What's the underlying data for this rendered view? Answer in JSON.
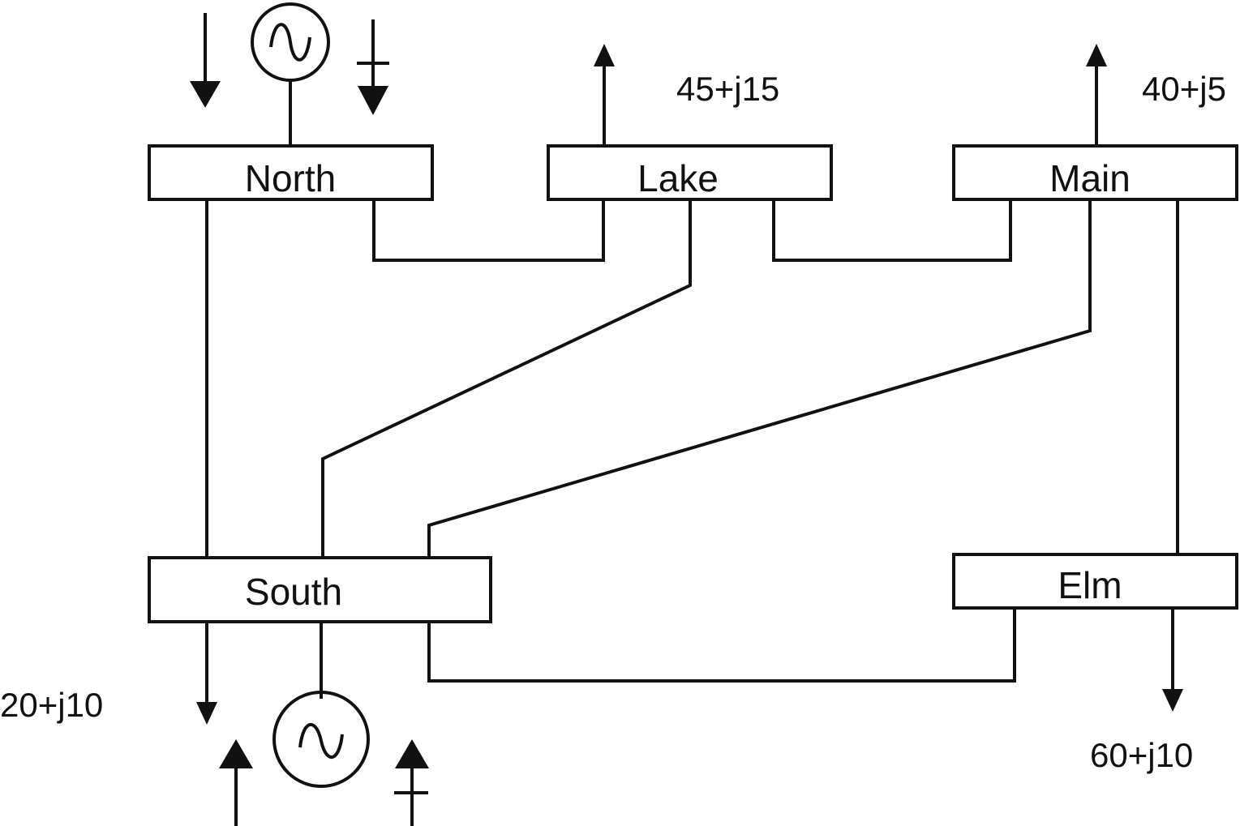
{
  "buses": {
    "north": "North",
    "lake": "Lake",
    "main": "Main",
    "south": "South",
    "elm": "Elm"
  },
  "loads": {
    "lake": "45+j15",
    "main": "40+j5",
    "south": "20+j10",
    "elm": "60+j10"
  },
  "icons": {
    "generator": "generator-sine-icon",
    "load_arrow": "arrow-icon"
  },
  "colors": {
    "stroke": "#111111",
    "background": "#ffffff"
  }
}
